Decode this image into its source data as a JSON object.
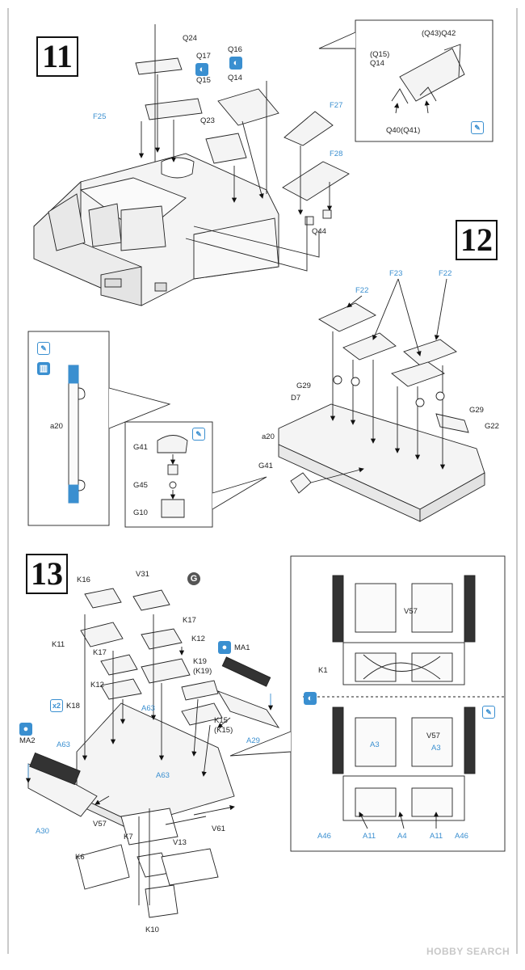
{
  "steps": [
    "11",
    "12",
    "13"
  ],
  "step11": {
    "labels": [
      "Q24",
      "Q17",
      "Q16",
      "Q15",
      "Q14",
      "Q23",
      "F25",
      "F27",
      "F28",
      "Q44"
    ],
    "inset": [
      "(Q43)Q42",
      "(Q15)",
      "Q14",
      "Q40(Q41)"
    ]
  },
  "step12": {
    "labels": [
      "F22",
      "F23",
      "F22",
      "G29",
      "G29",
      "D7",
      "G22",
      "a20",
      "G41"
    ],
    "inset_rail": [
      "a20"
    ],
    "inset_parts": [
      "G41",
      "G45",
      "G10"
    ]
  },
  "step13": {
    "letter": "G",
    "labels": [
      "K16",
      "V31",
      "K11",
      "K17",
      "K17",
      "K12",
      "K19",
      "(K19)",
      "MA1",
      "K12",
      "A63",
      "x2",
      "K18",
      "K15",
      "(K15)",
      "A29",
      "MA2",
      "A63",
      "A63",
      "A30",
      "V57",
      "K7",
      "V13",
      "V61",
      "K6",
      "K10"
    ],
    "inset_top": [
      "V57",
      "K1"
    ],
    "inset_bottom": [
      "V57",
      "A3",
      "A3",
      "A46",
      "A11",
      "A4",
      "A11",
      "A46"
    ]
  },
  "watermark": "HOBBY SEARCH",
  "colors": {
    "line": "#222222",
    "blue": "#3a8fd0",
    "fill": "#f4f4f4"
  }
}
